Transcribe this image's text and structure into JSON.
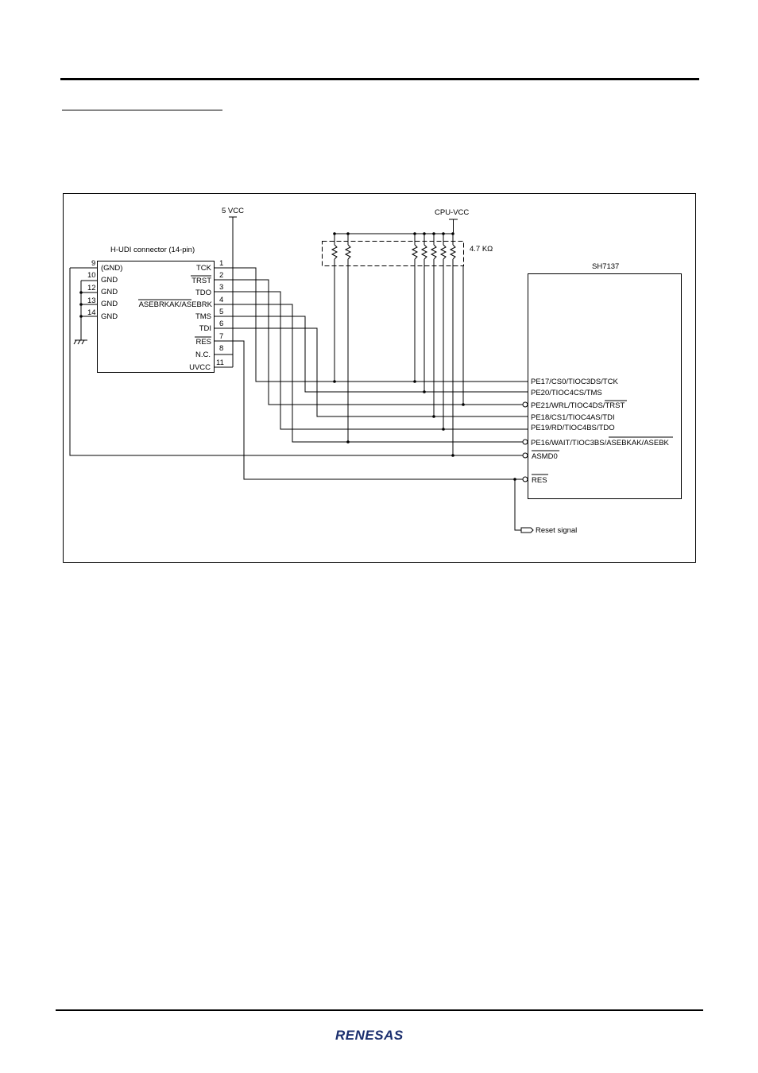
{
  "diagram": {
    "vcc5_label": "5 VCC",
    "cpu_vcc_label": "CPU-VCC",
    "resistor_label": "4.7 KΩ",
    "connector": {
      "title": "H-UDI connector (14-pin)",
      "left_pins": [
        {
          "num": "9",
          "label": "(GND)"
        },
        {
          "num": "10",
          "label": "GND"
        },
        {
          "num": "12",
          "label": "GND"
        },
        {
          "num": "13",
          "label": "GND"
        },
        {
          "num": "14",
          "label": "GND"
        }
      ],
      "right_pins": [
        {
          "num": "1",
          "label": "TCK"
        },
        {
          "num": "2",
          "label": "TRST"
        },
        {
          "num": "3",
          "label": "TDO"
        },
        {
          "num": "4",
          "label": "ASEBRKAK/ASEBRK"
        },
        {
          "num": "5",
          "label": "TMS"
        },
        {
          "num": "6",
          "label": "TDI"
        },
        {
          "num": "7",
          "label": "RES"
        },
        {
          "num": "8",
          "label": "N.C."
        },
        {
          "num": "11",
          "label": "UVCC"
        }
      ]
    },
    "mcu": {
      "title": "SH7137",
      "pins": [
        "PE17/CS0/TIOC3DS/TCK",
        "PE20/TIOC4CS/TMS",
        "PE21/WRL/TIOC4DS/TRST",
        "PE18/CS1/TIOC4AS/TDI",
        "PE19/RD/TIOC4BS/TDO",
        "PE16/WAIT/TIOC3BS/ASEBKAK/ASEBK",
        "ASMD0",
        "RES"
      ]
    },
    "reset_label": "Reset signal"
  },
  "footer": {
    "logo_text": "RENESAS",
    "logo_color": "#1b2f6e"
  }
}
